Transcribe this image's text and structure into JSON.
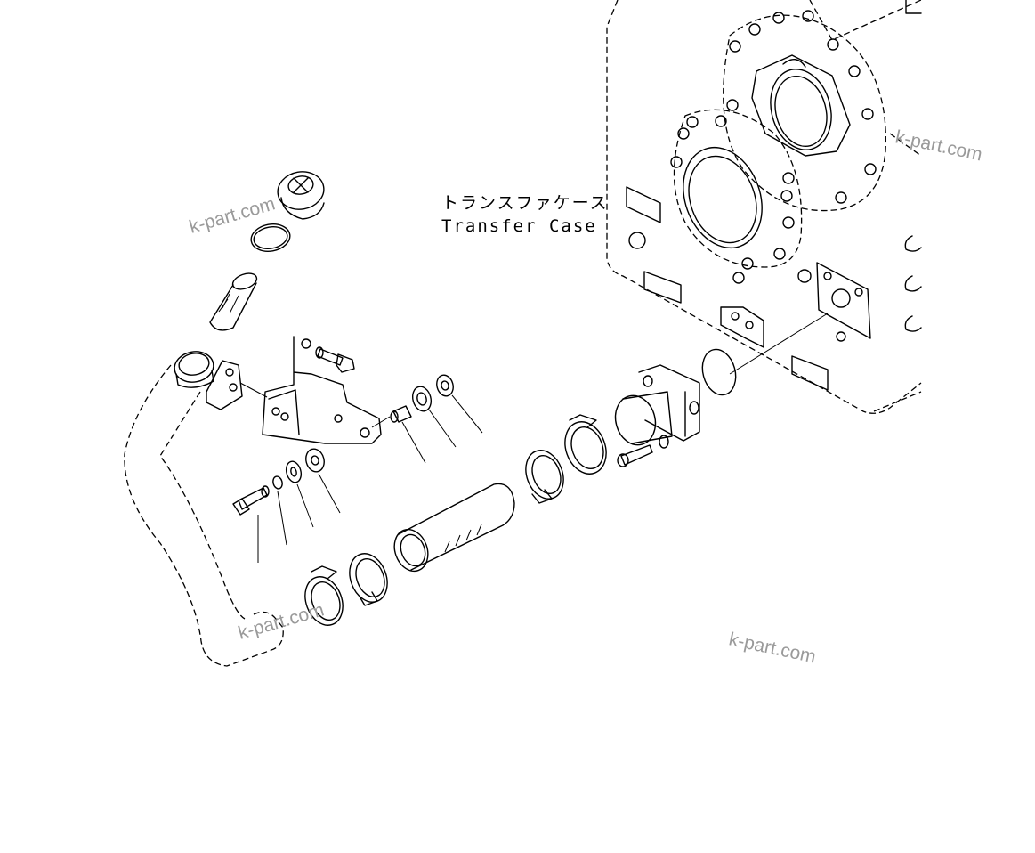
{
  "diagram": {
    "callout_label_jp": "トランスファケース",
    "callout_label_en": "Transfer Case",
    "watermark_text": "k-part.com",
    "colors": {
      "line": "#000000",
      "watermark": "#9a9a9a",
      "background": "#ffffff"
    }
  }
}
